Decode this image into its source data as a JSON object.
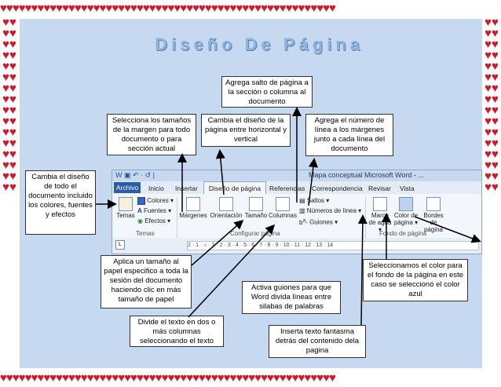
{
  "title": "Diseño De Página",
  "callouts": {
    "salto": "Agrega salto de página a la sección o columna al documento",
    "margenes": "Selecciona los tamaños de la margen para todo documento o para sección actual",
    "orientacion": "Cambia el diseño de la página entre horizontal y vertical",
    "numeros": "Agrega el número de línea a los márgenes junto a cada línea del documento",
    "temas": "Cambia el diseño de todo el documento incluido los colores, fuentes y efectos",
    "tamano": "Aplica un tamaño al papel especifico a toda la sesión del documento haciendo clic en más tamaño de papel",
    "guiones": "Activa guiones para que Word divida líneas entre silabas de palabras",
    "color": "Seleccionamos el color para el fondo de la página en este caso se seleccionó el color azul",
    "columnas": "Divide el texto en dos o más columnas seleccionando el texto",
    "marca": "Inserta texto fantasma detrás del contenido dela pagina"
  },
  "ribbon": {
    "window_title": "Mapa conceptual Microsoft Word - ...",
    "qat": "W ▣ ↶ · ↺ |",
    "tabs": [
      "Archivo",
      "Inicio",
      "Insertar",
      "Diseño de página",
      "Referencias",
      "Correspondencia",
      "Revisar",
      "Vista"
    ],
    "temas_group": {
      "temas": "Temas",
      "colores": "Colores ▾",
      "fuentes": "Fuentes ▾",
      "efectos": "Efectos ▾",
      "label": "Temas"
    },
    "config_group": {
      "margenes": "Márgenes",
      "orientacion": "Orientación",
      "tamano": "Tamaño",
      "columnas": "Columnas",
      "saltos": "Saltos ▾",
      "numeros": "Números de línea ▾",
      "guiones": "Guiones ▾",
      "label": "Configurar página"
    },
    "fondo_group": {
      "marca": "Marca de agua ▾",
      "color": "Color de página ▾",
      "bordes": "Bordes de página",
      "label": "Fondo de página"
    },
    "ruler_text": "2 · 1 · ⌂ · 1 · 2 · 3 · 4 · 5 · 6 · 7 · 8 · 9 · 10 · 11 · 12 · 13 · 14",
    "ruler_button": "L"
  }
}
